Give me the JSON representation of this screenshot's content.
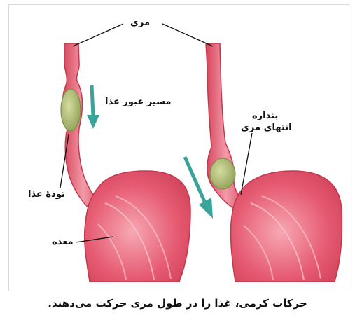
{
  "labels": {
    "esophagus": "مری",
    "food_path": "مسیر عبور غذا",
    "sphincter_line1": "بنداره",
    "sphincter_line2": "انتهای مری",
    "food_bolus": "تودهٔ غذا",
    "stomach": "معده"
  },
  "caption": "حرکات کرمی، غذا را در طول مری حرکت می‌دهند.",
  "colors": {
    "tissue": "#e8546a",
    "tissue_light": "#f5a3ae",
    "outline": "#c03a4e",
    "bolus": "#a8b870",
    "arrow": "#3aa39a"
  }
}
